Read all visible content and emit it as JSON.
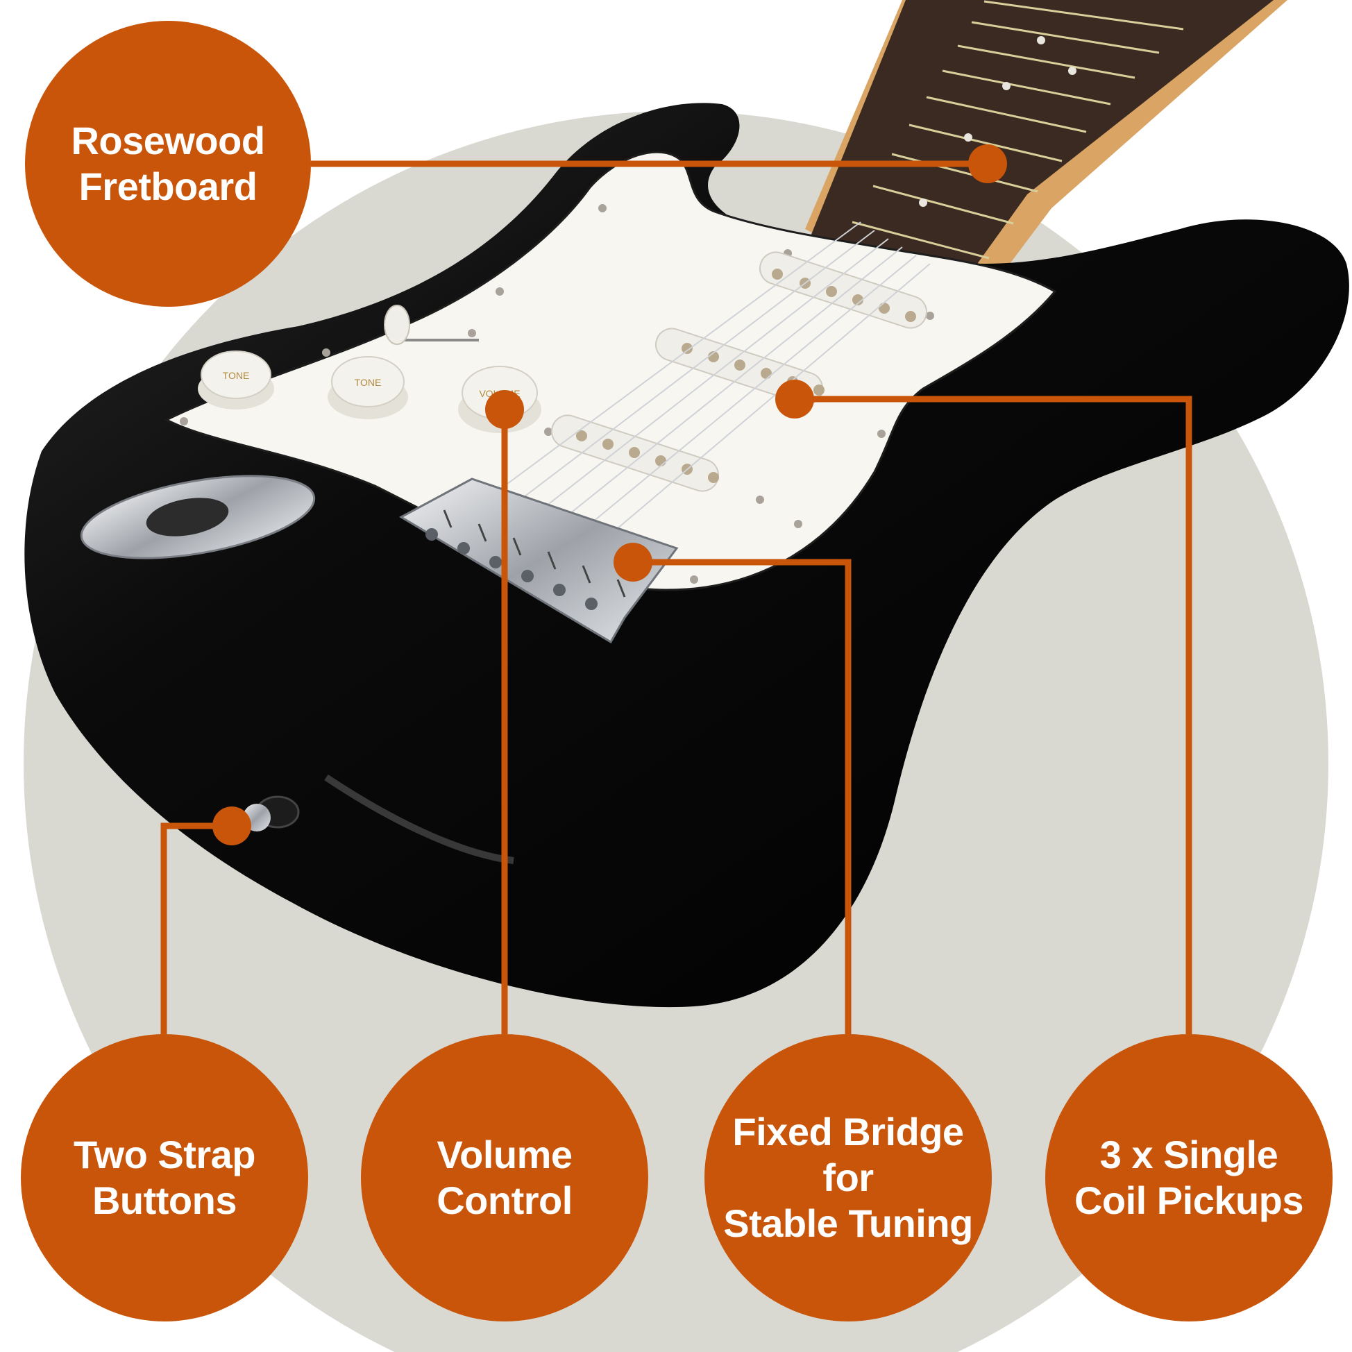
{
  "colors": {
    "background": "#ffffff",
    "backdrop_circle": "#d9d9d2",
    "accent": "#c8550a",
    "guitar_body": "#0a0a0a",
    "pickguard": "#f7f6f1",
    "fretboard": "#3a2a22",
    "neck": "#d9a464",
    "chrome": "#c9ccd0"
  },
  "callouts": {
    "fretboard": "Rosewood\nFretboard",
    "strap": "Two Strap\nButtons",
    "volume": "Volume\nControl",
    "bridge": "Fixed Bridge for\nStable Tuning",
    "pickups": "3 x Single\nCoil Pickups"
  },
  "guitar": {
    "knob_tone_1": "TONE",
    "knob_tone_2": "TONE",
    "knob_volume": "VOLUME"
  }
}
